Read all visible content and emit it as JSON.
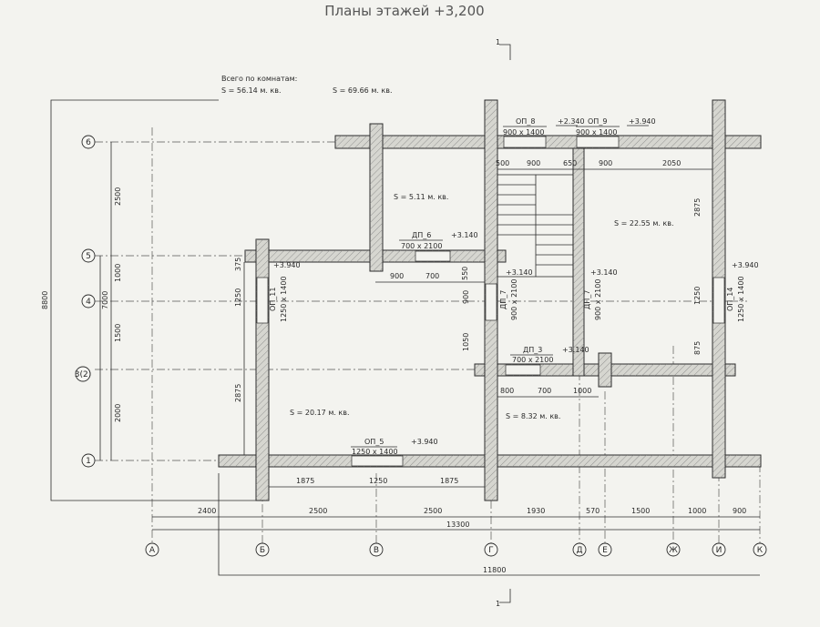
{
  "title": "Планы этажей +3,200",
  "summary": {
    "header": "Всего по комнатам:",
    "s1": "S   =  56.14  м. кв.",
    "s2": "S   =  69.66  м. кв."
  },
  "section_marks": [
    "1",
    "1"
  ],
  "row_axes": [
    "6",
    "5",
    "4",
    "3(2)",
    "1"
  ],
  "col_axes": [
    "А",
    "Б",
    "В",
    "Г",
    "Д",
    "Е",
    "Ж",
    "И",
    "К"
  ],
  "rooms": [
    "S   =  5.11  м. кв.",
    "S   =  22.55  м. кв.",
    "S   =  20.17  м. кв.",
    "S   =  8.32  м. кв."
  ],
  "openings": {
    "op8": {
      "name": "ОП_8",
      "size": "900 х 1400"
    },
    "op9": {
      "name": "ОП_9",
      "size": "900 х 1400"
    },
    "op6": {
      "name": "ДП_6",
      "size": "700 х 2100"
    },
    "op7a": {
      "name": "ДП_7",
      "size": "900 х 2100"
    },
    "op7b": {
      "name": "ДП_7",
      "size": "900 х 2100"
    },
    "op11": {
      "name": "ОП_11",
      "size": "1250 х 1400"
    },
    "op14": {
      "name": "ОП_14",
      "size": "1250 х 1400"
    },
    "op3": {
      "name": "ДП_3",
      "size": "700 х 2100"
    },
    "op5": {
      "name": "ОП_5",
      "size": "1250 х 1400"
    }
  },
  "levels": {
    "l2340": "+2.340",
    "l3940": "+3.940",
    "l3140": "+3.140"
  },
  "dims": {
    "top": [
      "500",
      "900",
      "650",
      "900",
      "2050"
    ],
    "d2875r": "2875",
    "d1250r": "1250",
    "d875r": "875",
    "mid": [
      "900",
      "700",
      "550"
    ],
    "d900v": "900",
    "d1050v": "1050",
    "left": [
      "375",
      "1250",
      "2875"
    ],
    "low": [
      "800",
      "700",
      "1000"
    ],
    "bottom": [
      "1875",
      "1250",
      "1875"
    ],
    "outer_left": [
      "2500",
      "1000",
      "1500",
      "2000"
    ],
    "d7000": "7000",
    "d8800": "8800",
    "axes_row": [
      "2400",
      "2500",
      "2500",
      "1930",
      "570",
      "1500",
      "1000",
      "900"
    ],
    "d13300": "13300",
    "d11800": "11800"
  }
}
